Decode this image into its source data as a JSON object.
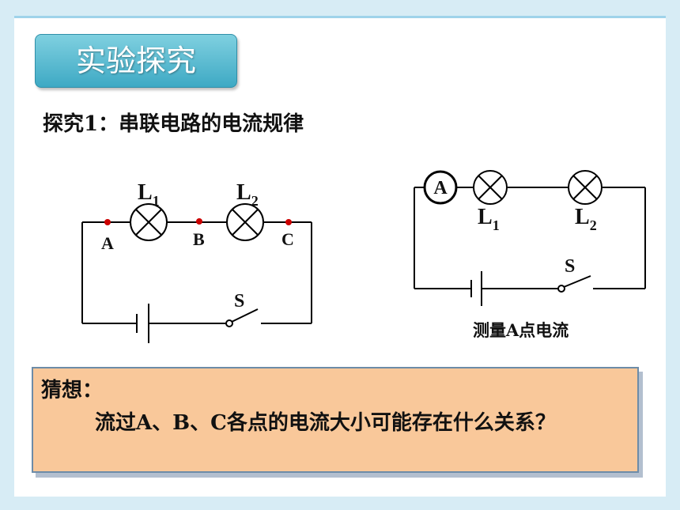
{
  "slide": {
    "title": "实验探究",
    "subtitle": "探究1：串联电路的电流规律",
    "caption": "测量A点电流",
    "guess_label": "猜想：",
    "guess_text": "流过A、B、C各点的电流大小可能存在什么关系？"
  },
  "circuit1": {
    "lamp1": "L",
    "lamp1_sub": "1",
    "lamp2": "L",
    "lamp2_sub": "2",
    "point_a": "A",
    "point_b": "B",
    "point_c": "C",
    "switch": "S"
  },
  "circuit2": {
    "ammeter": "A",
    "lamp1": "L",
    "lamp1_sub": "1",
    "lamp2": "L",
    "lamp2_sub": "2",
    "switch": "S"
  },
  "colors": {
    "title_bg": "#4bb3cc",
    "guess_bg": "#f9c89a",
    "point": "#cc0000"
  }
}
